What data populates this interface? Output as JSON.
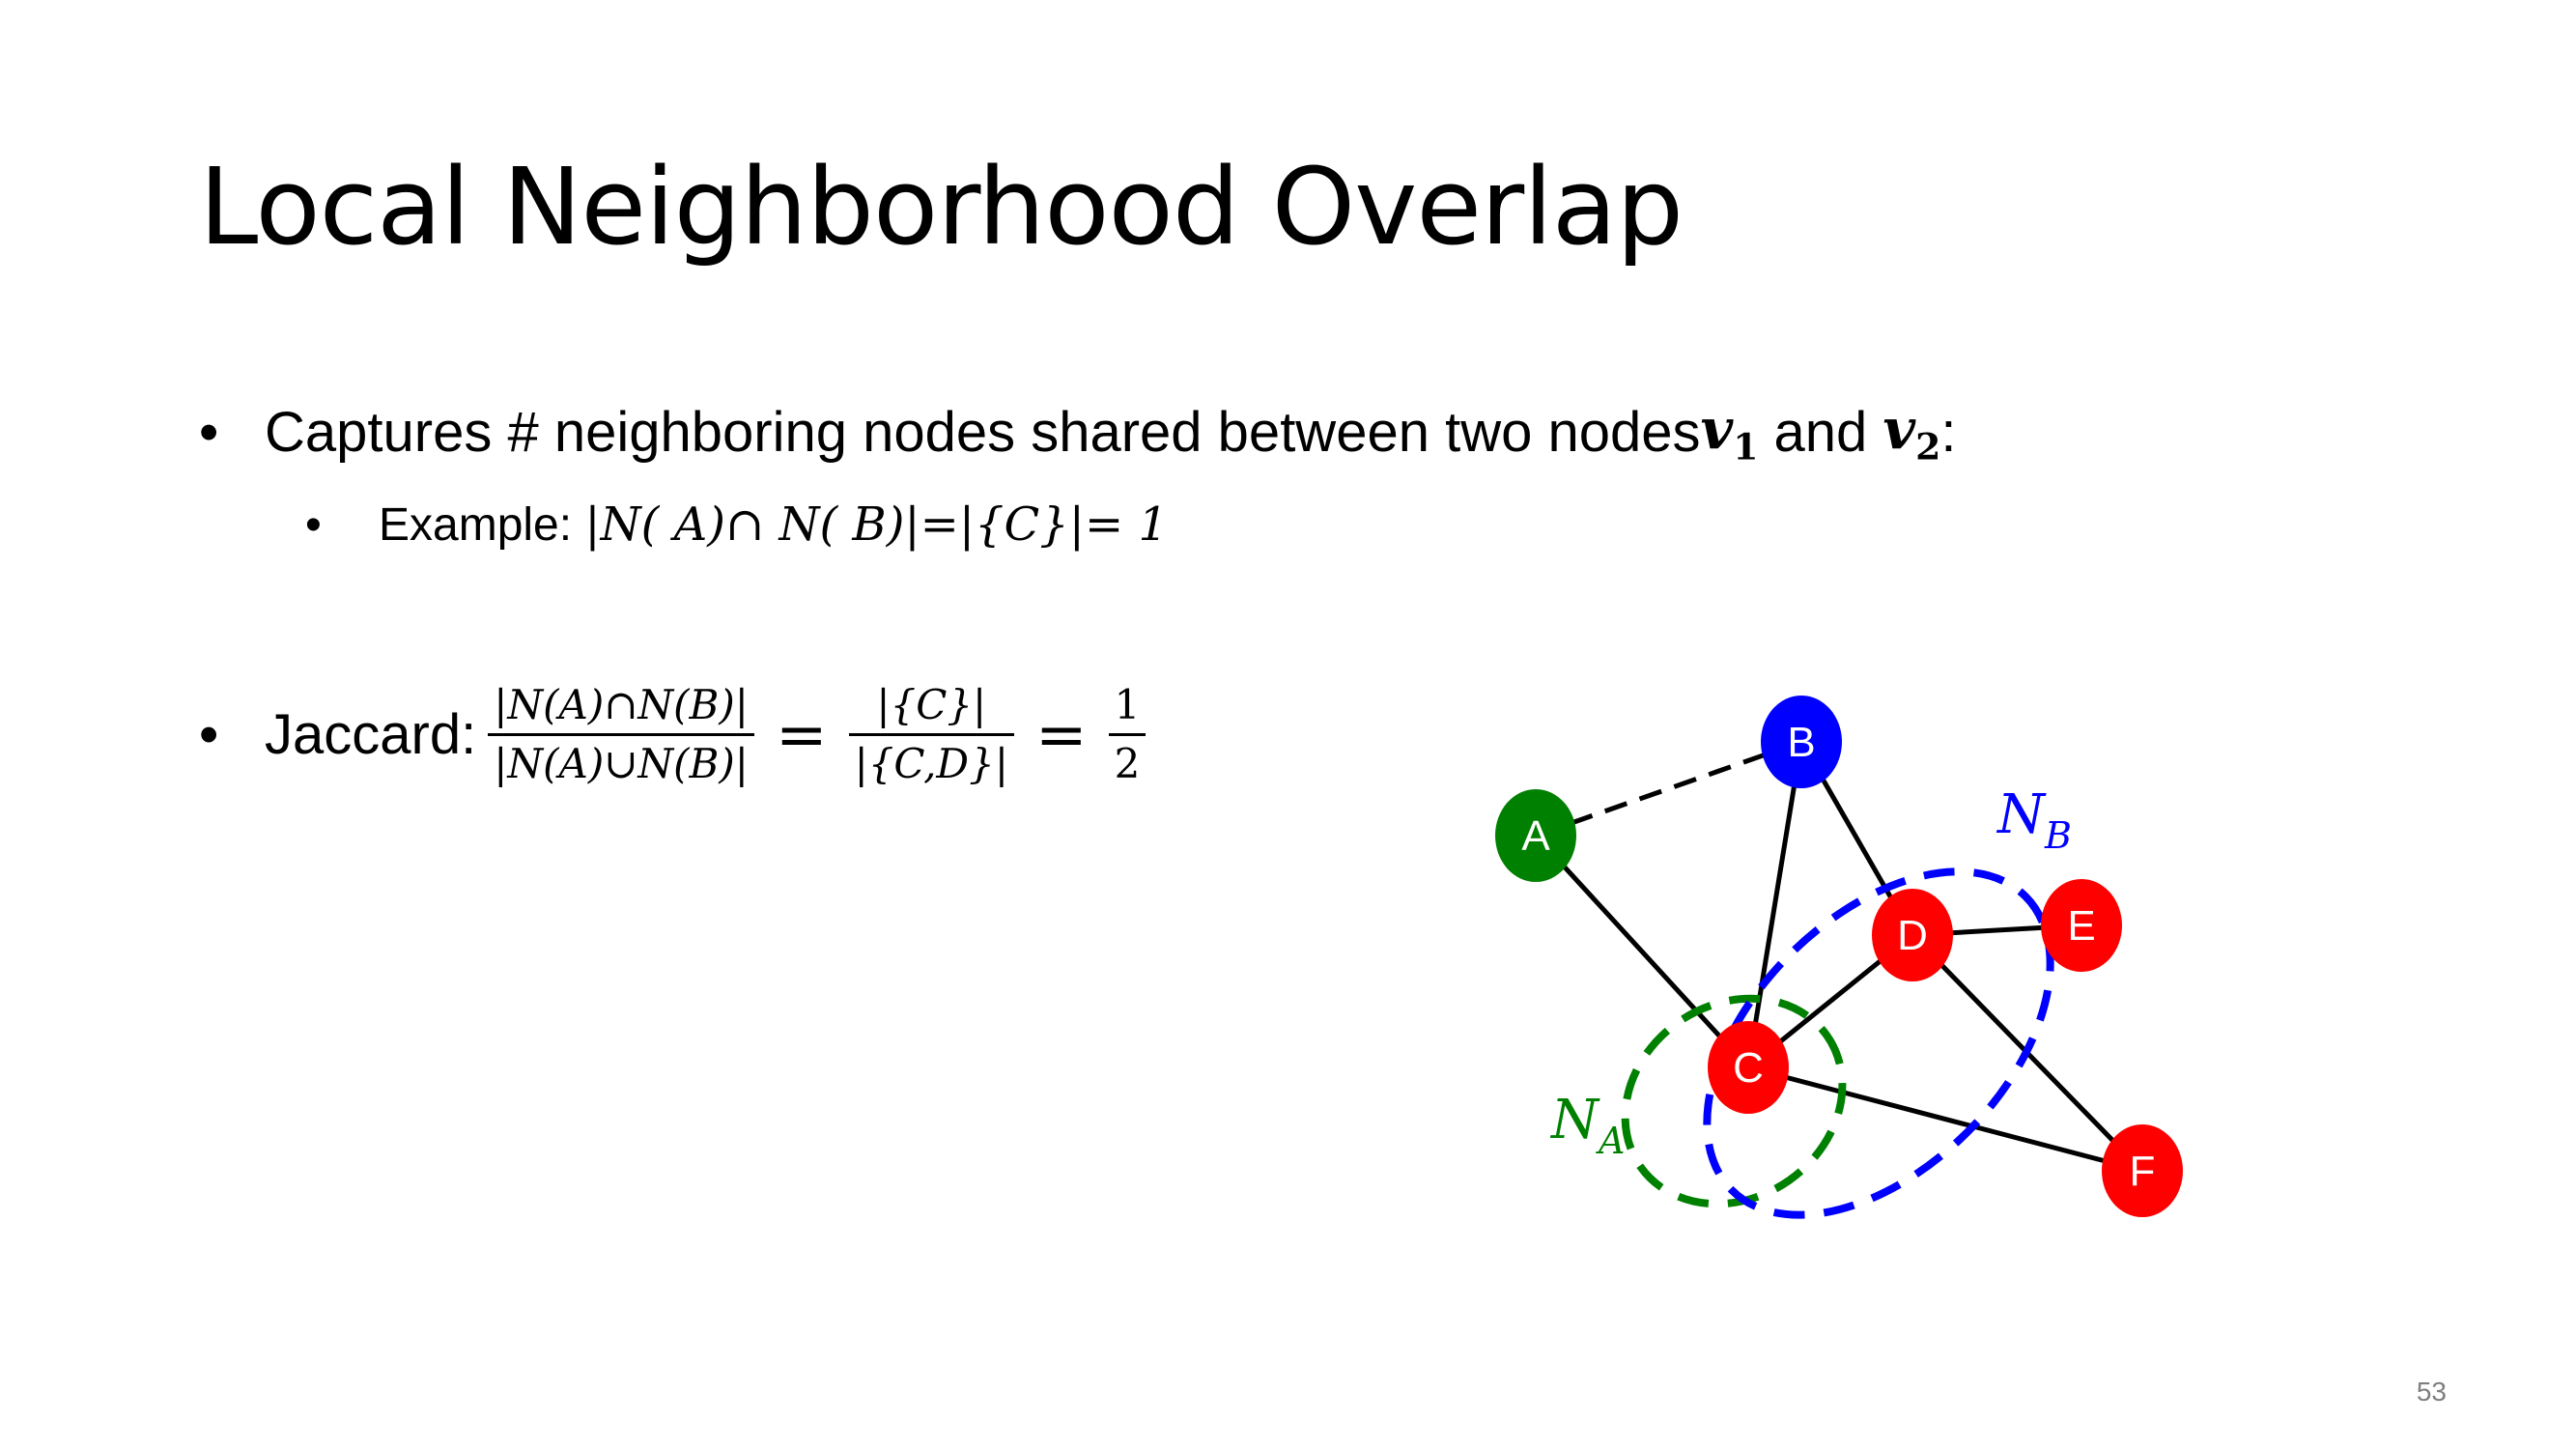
{
  "slide": {
    "title": "Local Neighborhood Overlap",
    "page_number": "53"
  },
  "bullets": {
    "b1_bullet": "•",
    "b1_text": "Captures # neighboring nodes shared between two nodes ",
    "b1_v": "v",
    "b1_v1_sub": "1",
    "b1_and": " and ",
    "b1_v2_sub": "2",
    "b1_colon": ":",
    "b2_bullet": "•",
    "b2_label": "Example: ",
    "b2_math": "|N( A)∩ N( B)|=|{C}|= 1",
    "b3_bullet": "•",
    "b3_label": "Jaccard: ",
    "frac1_num": "|N(A)∩N(B)|",
    "frac1_den": "|N(A)∪N(B)|",
    "eq1": "=",
    "frac2_num": "|{C}|",
    "frac2_den": "|{C,D}|",
    "eq2": "=",
    "frac3_num": "1",
    "frac3_den": "2"
  },
  "graph": {
    "nodes": [
      {
        "id": "A",
        "color": "#008000"
      },
      {
        "id": "B",
        "color": "#0000ff"
      },
      {
        "id": "C",
        "color": "#ff0000"
      },
      {
        "id": "D",
        "color": "#ff0000"
      },
      {
        "id": "E",
        "color": "#ff0000"
      },
      {
        "id": "F",
        "color": "#ff0000"
      }
    ],
    "edges": [
      {
        "from": "A",
        "to": "B",
        "style": "dashed"
      },
      {
        "from": "A",
        "to": "C",
        "style": "solid"
      },
      {
        "from": "B",
        "to": "C",
        "style": "solid"
      },
      {
        "from": "B",
        "to": "D",
        "style": "solid"
      },
      {
        "from": "C",
        "to": "D",
        "style": "solid"
      },
      {
        "from": "D",
        "to": "E",
        "style": "solid"
      },
      {
        "from": "D",
        "to": "F",
        "style": "solid"
      },
      {
        "from": "C",
        "to": "F",
        "style": "solid"
      }
    ],
    "set_labels": {
      "na_main": "N",
      "na_sub": "A",
      "na_color": "#008000",
      "nb_main": "N",
      "nb_sub": "B",
      "nb_color": "#0000ff"
    }
  }
}
